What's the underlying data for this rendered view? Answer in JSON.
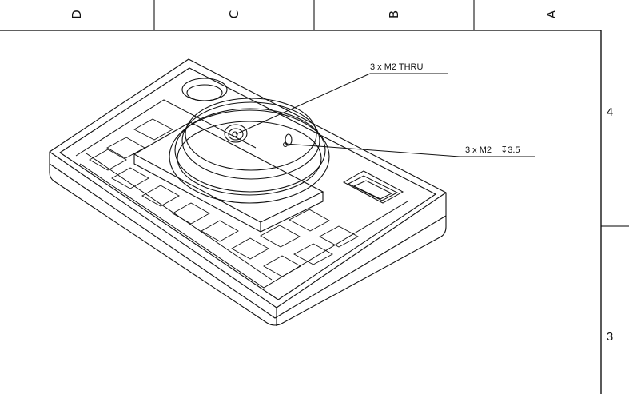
{
  "zones": {
    "columns": [
      "D",
      "C",
      "B",
      "A"
    ],
    "rows": [
      "4",
      "3"
    ]
  },
  "callouts": {
    "thru": {
      "text": "3 x M2 THRU"
    },
    "depth": {
      "text": "3 x M2",
      "depth_symbol": "↧",
      "depth_value": "3.5"
    }
  }
}
